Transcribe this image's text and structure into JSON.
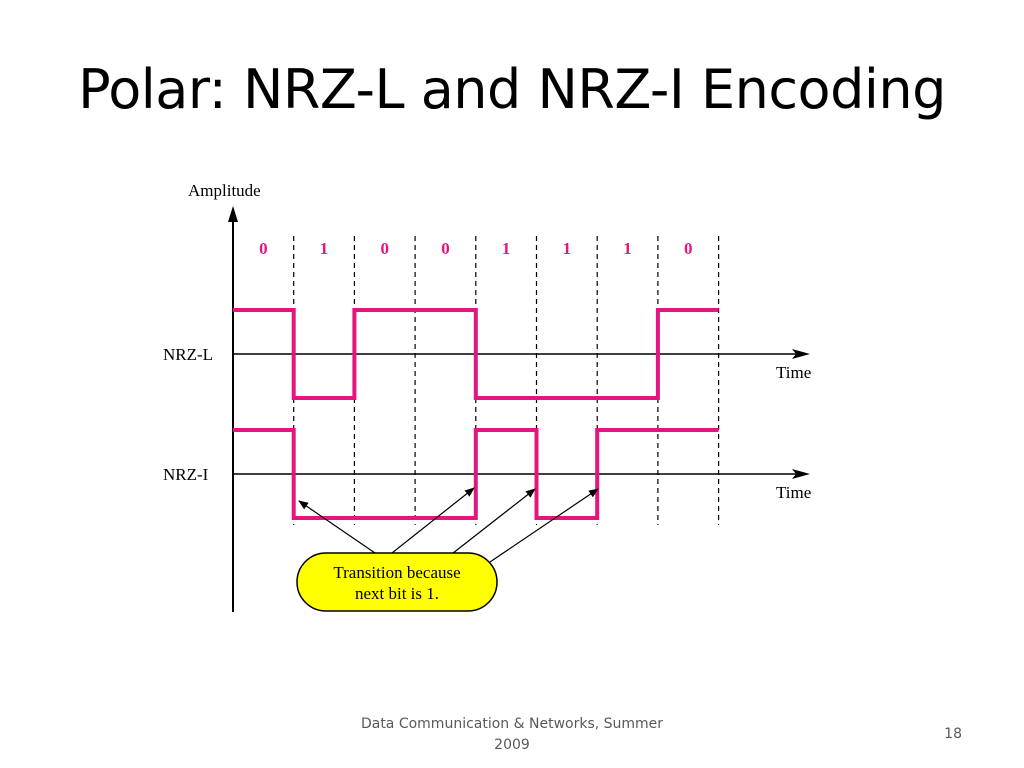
{
  "slide": {
    "title": "Polar: NRZ-L and NRZ-I Encoding",
    "footer": "Data Communication & Networks, Summer 2009",
    "page_number": "18"
  },
  "diagram": {
    "y_axis_label": "Amplitude",
    "bits": [
      "0",
      "1",
      "0",
      "0",
      "1",
      "1",
      "1",
      "0"
    ],
    "signals": [
      {
        "label": "NRZ-L",
        "axis_label": "Time",
        "levels": [
          1,
          -1,
          1,
          1,
          -1,
          -1,
          -1,
          1
        ]
      },
      {
        "label": "NRZ-I",
        "axis_label": "Time",
        "levels": [
          1,
          -1,
          -1,
          -1,
          1,
          -1,
          1,
          1
        ]
      }
    ],
    "callout_text_line1": "Transition because",
    "callout_text_line2": "next bit is 1.",
    "colors": {
      "signal": "#e5157f",
      "bits": "#e5157f",
      "callout_fill": "#ffff00",
      "axis": "#000000"
    }
  }
}
